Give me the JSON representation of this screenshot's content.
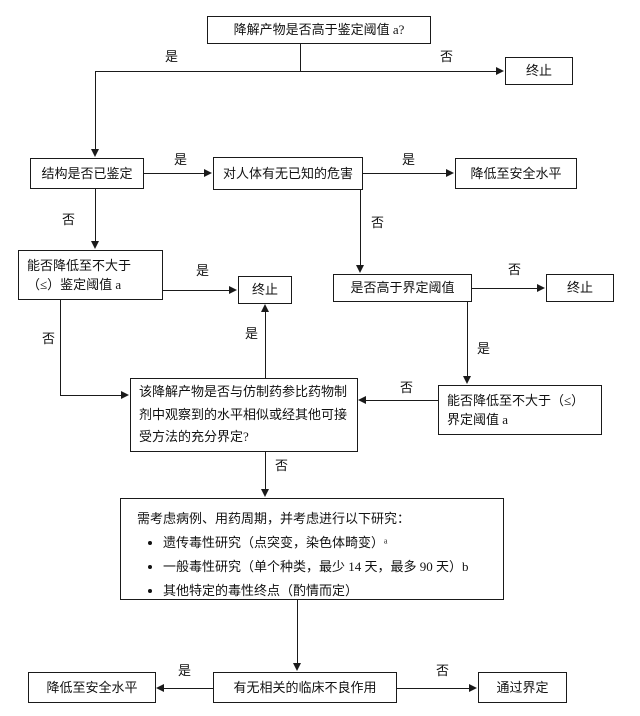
{
  "labels": {
    "yes": "是",
    "no": "否"
  },
  "nodes": {
    "q_top": "降解产物是否高于鉴定阈值 a?",
    "terminate_top": "终止",
    "structure": "结构是否已鉴定",
    "harm": "对人体有无已知的危害",
    "reduce_safe_1": "降低至安全水平",
    "reduce_id": "能否降低至不大于（≤）鉴定阈值 a",
    "terminate_mid": "终止",
    "qual": "是否高于界定阈值",
    "terminate_right": "终止",
    "reduce_qual": "能否降低至不大于（≤）界定阈值 a",
    "similar": "该降解产物是否与仿制药参比药物制剂中观察到的水平相似或经其他可接受方法的充分界定?",
    "studies": {
      "title": "需考虑病例、用药周期，并考虑进行以下研究：",
      "bullets": [
        "遗传毒性研究（点突变，染色体畸变）ᵃ",
        "一般毒性研究（单个种类，最少 14 天，最多 90 天）b",
        "其他特定的毒性终点（酌情而定）"
      ]
    },
    "clinical": "有无相关的临床不良作用",
    "reduce_safe_2": "降低至安全水平",
    "pass": "通过界定"
  }
}
